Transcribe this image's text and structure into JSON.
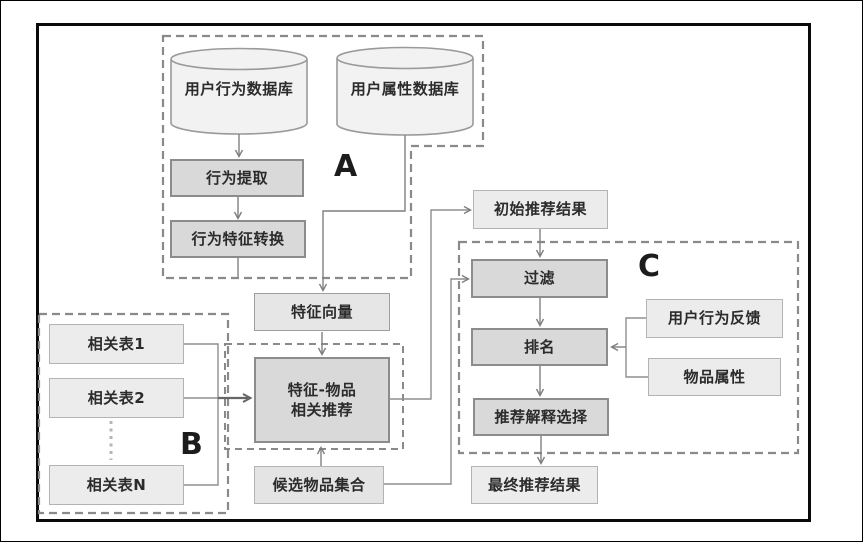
{
  "diagram": {
    "section_a": {
      "label": "A",
      "user_behavior_db": "用户行为数据库",
      "user_attribute_db": "用户属性数据库",
      "behavior_extraction": "行为提取",
      "behavior_feature_transform": "行为特征转换"
    },
    "section_b": {
      "label": "B",
      "tables": [
        "相关表1",
        "相关表2",
        "相关表N"
      ]
    },
    "section_c": {
      "label": "C",
      "filter": "过滤",
      "ranking": "排名",
      "explanation_selection": "推荐解释选择",
      "user_behavior_feedback": "用户行为反馈",
      "item_attributes": "物品属性"
    },
    "pipeline": {
      "feature_vector": "特征向量",
      "feature_item_rec_line1": "特征-物品",
      "feature_item_rec_line2": "相关推荐",
      "candidate_item_set": "候选物品集合",
      "initial_rec_result": "初始推荐结果",
      "final_rec_result": "最终推荐结果"
    },
    "colors": {
      "process_fill": "#d9d9d9",
      "process_border": "#8c8c8c",
      "data_fill": "#ececec",
      "data_border": "#b3b3b3",
      "connector": "#7f7f7f",
      "dashed_outline": "#8a8a8a",
      "frame_border": "#0a0a0a"
    }
  }
}
